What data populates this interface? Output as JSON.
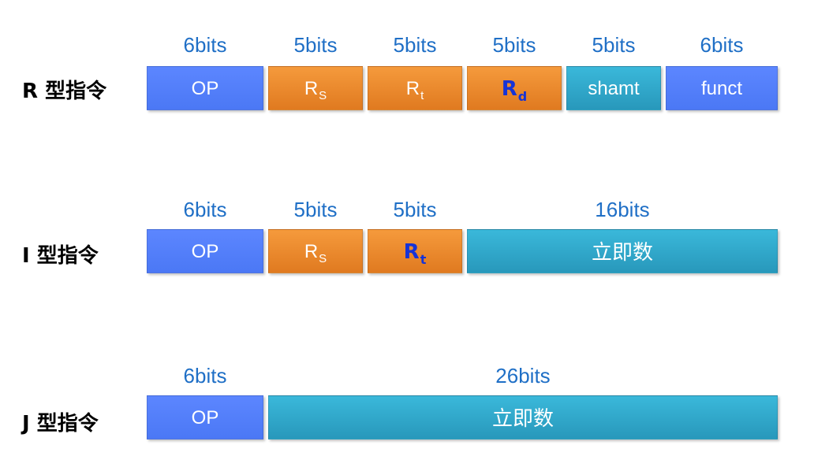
{
  "rows": [
    {
      "label": "R 型指令",
      "fields": [
        {
          "bits": "6bits",
          "main": "OP",
          "sub": ""
        },
        {
          "bits": "5bits",
          "main": "R",
          "sub": "S"
        },
        {
          "bits": "5bits",
          "main": "R",
          "sub": "t"
        },
        {
          "bits": "5bits",
          "main": "R",
          "sub": "d"
        },
        {
          "bits": "5bits",
          "main": "shamt",
          "sub": ""
        },
        {
          "bits": "6bits",
          "main": "funct",
          "sub": ""
        }
      ]
    },
    {
      "label": "I 型指令",
      "fields": [
        {
          "bits": "6bits",
          "main": "OP",
          "sub": ""
        },
        {
          "bits": "5bits",
          "main": "R",
          "sub": "S"
        },
        {
          "bits": "5bits",
          "main": "R",
          "sub": "t"
        },
        {
          "bits": "16bits",
          "main": "立即数",
          "sub": ""
        }
      ]
    },
    {
      "label": "J 型指令",
      "fields": [
        {
          "bits": "6bits",
          "main": "OP",
          "sub": ""
        },
        {
          "bits": "26bits",
          "main": "立即数",
          "sub": ""
        }
      ]
    }
  ],
  "colors": {
    "blue": "#4b78f5",
    "orange": "#e07a20",
    "teal": "#2898bb",
    "bits_text": "#1f6fc6",
    "highlight_text": "#1633d6"
  }
}
